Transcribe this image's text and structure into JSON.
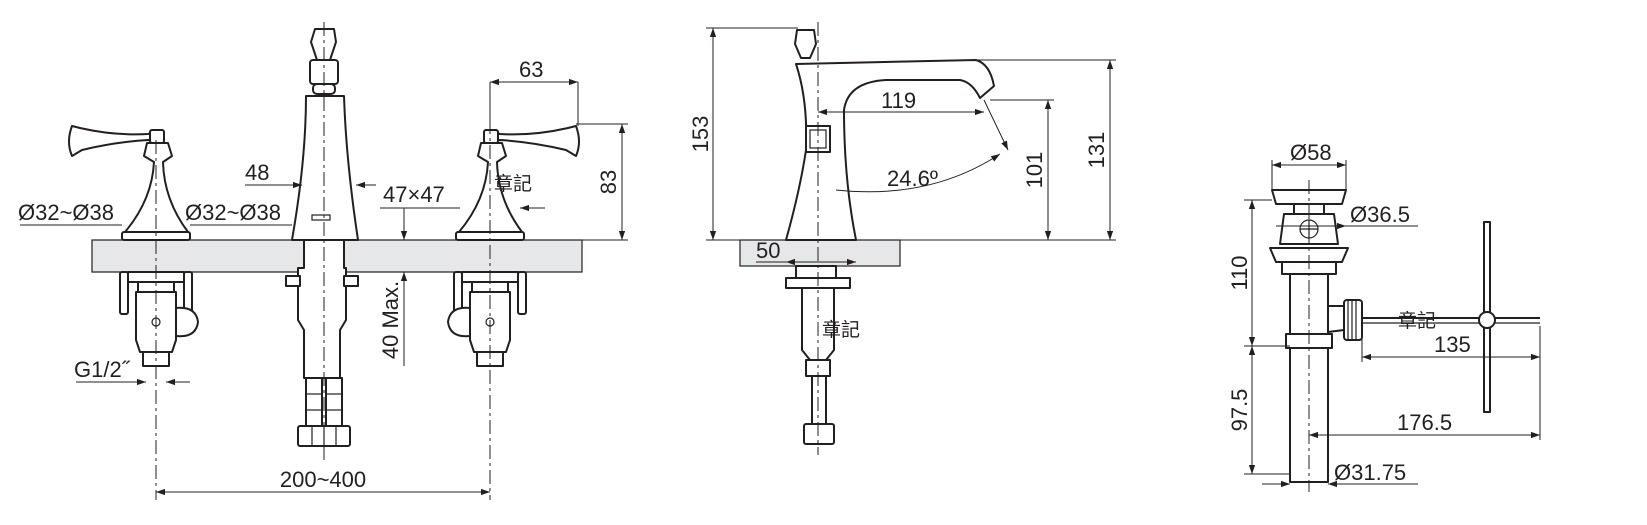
{
  "front_view": {
    "handle_hole_diameter_left": "Ø32~Ø38",
    "handle_hole_diameter_center": "Ø32~Ø38",
    "spout_base_width": "48",
    "handle_base_size": "47×47",
    "handle_offset": "63",
    "handle_height": "83",
    "deck_thickness_max": "40 Max.",
    "inlet_thread": "G1/2˝",
    "center_spread": "200~400",
    "stamp_label": "章記"
  },
  "side_view": {
    "total_height": "153",
    "spout_reach": "119",
    "spout_angle": "24.6º",
    "spout_outlet_height": "101",
    "spout_top_height": "131",
    "base_offset": "50",
    "stamp_label": "章記"
  },
  "drain_view": {
    "cap_diameter": "Ø58",
    "flange_diameter": "Ø36.5",
    "upper_length": "110",
    "lower_length": "97.5",
    "rod_length": "135",
    "rod_total_length": "176.5",
    "tail_diameter": "Ø31.75",
    "stamp_label": "章記"
  }
}
